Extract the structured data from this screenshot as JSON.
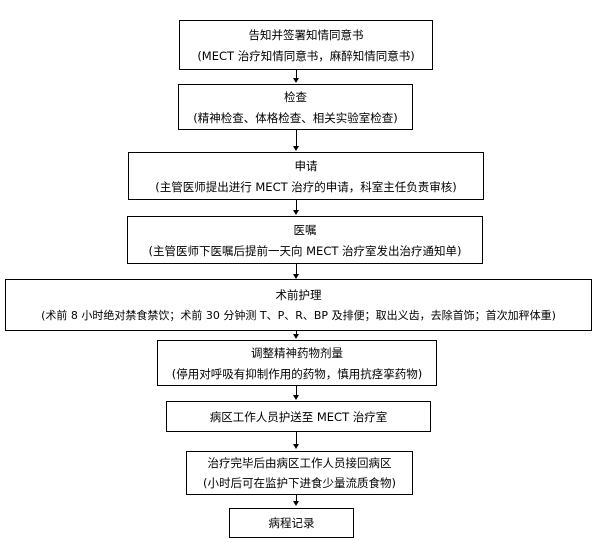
{
  "steps": [
    {
      "title": "告知并签署知情同意书",
      "detail": "(MECT 治疗知情同意书，麻醉知情同意书)"
    },
    {
      "title": "检查",
      "detail": "(精神检查、体格检查、相关实验室检查)"
    },
    {
      "title": "申请",
      "detail": "(主管医师提出进行 MECT 治疗的申请，科室主任负责审核)"
    },
    {
      "title": "医嘱",
      "detail": "(主管医师下医嘱后提前一天向 MECT 治疗室发出治疗通知单)"
    },
    {
      "title": "术前护理",
      "detail": "(术前 8 小时绝对禁食禁饮；术前 30 分钟测 T、P、R、BP 及排便；取出义齿，去除首饰；首次加秤体重)"
    },
    {
      "title": "调整精神药物剂量",
      "detail": "(停用对呼吸有抑制作用的药物，慎用抗痉挛药物)"
    },
    {
      "title": "病区工作人员护送至 MECT 治疗室"
    },
    {
      "title": "治疗完毕后由病区工作人员接回病区",
      "detail": "(小时后可在监护下进食少量流质食物)"
    },
    {
      "title": "病程记录"
    }
  ]
}
